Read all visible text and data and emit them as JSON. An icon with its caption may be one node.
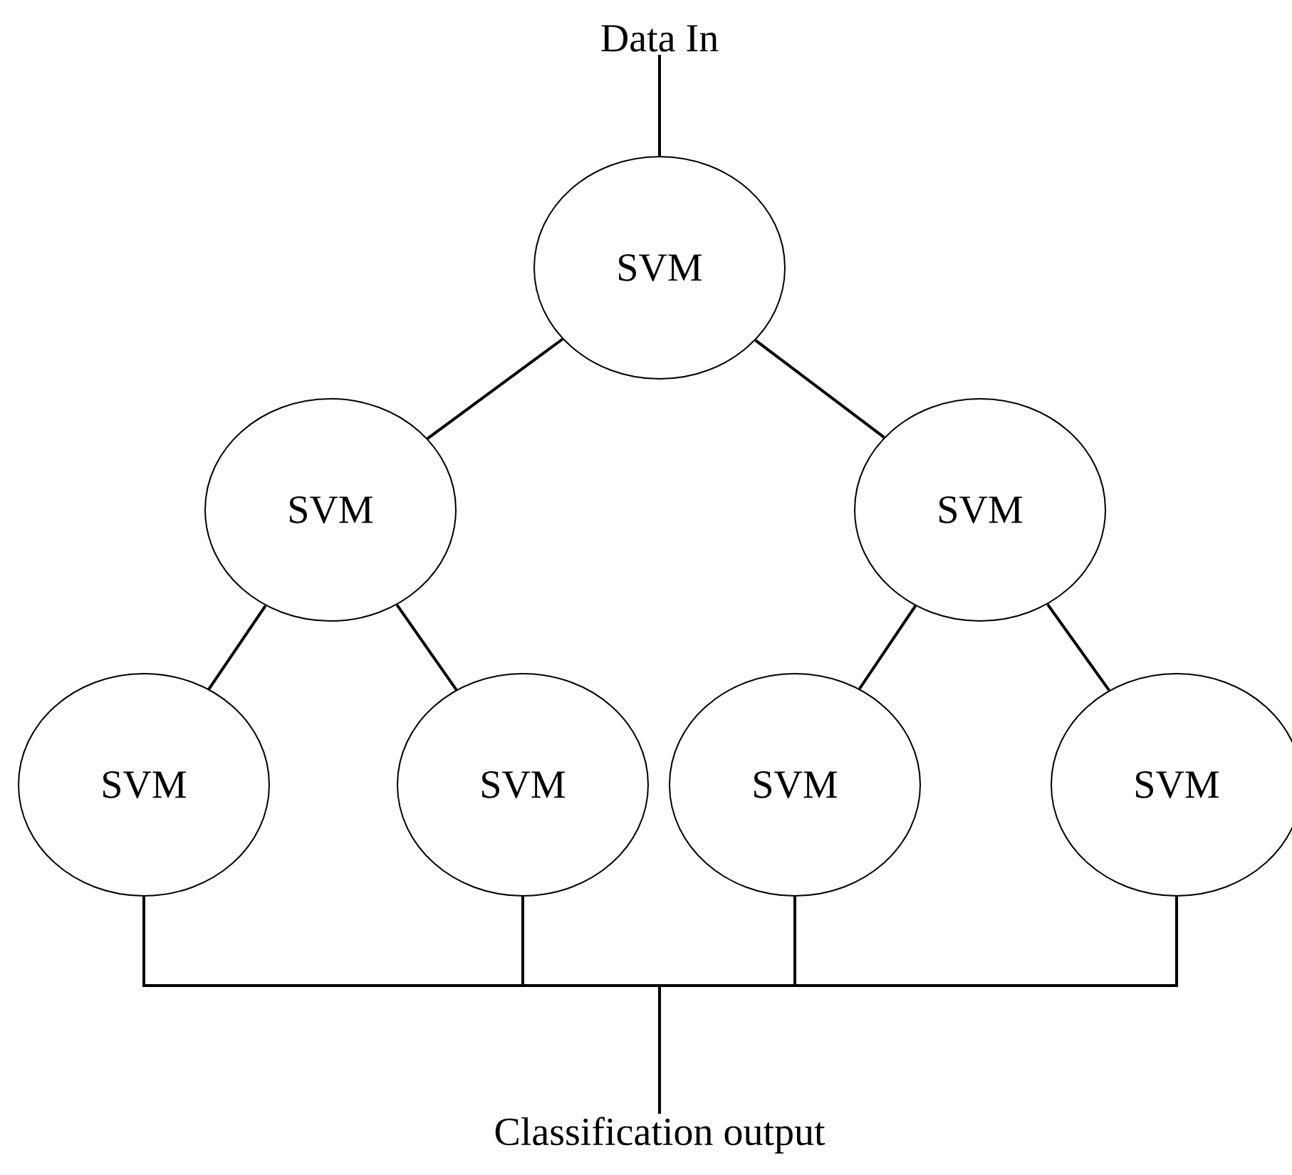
{
  "diagram": {
    "nodes": [
      {
        "text": [
          "Data In"
        ]
      },
      {
        "text": [
          "SVM"
        ]
      },
      {
        "text": [
          "SVM"
        ]
      },
      {
        "text": [
          "SVM"
        ]
      },
      {
        "text": [
          "SVM"
        ]
      },
      {
        "text": [
          "SVM"
        ]
      },
      {
        "text": [
          "SVM"
        ]
      },
      {
        "text": [
          "SVM"
        ]
      },
      {
        "text": [
          "Classification output"
        ]
      }
    ],
    "edges": [
      {
        "from": 0,
        "to": 1,
        "arrow": "none"
      },
      {
        "from": 1,
        "to": 2,
        "arrow": "none"
      },
      {
        "from": 1,
        "to": 3,
        "arrow": "none"
      },
      {
        "from": 2,
        "to": 4,
        "arrow": "none"
      },
      {
        "from": 2,
        "to": 5,
        "arrow": "none"
      },
      {
        "from": 3,
        "to": 6,
        "arrow": "none"
      },
      {
        "from": 3,
        "to": 7,
        "arrow": "none"
      },
      {
        "from": 4,
        "to": 8,
        "arrow": "none"
      },
      {
        "from": 5,
        "to": 8,
        "arrow": "none"
      },
      {
        "from": 6,
        "to": 8,
        "arrow": "none"
      },
      {
        "from": 7,
        "to": 8,
        "arrow": "none"
      }
    ]
  }
}
